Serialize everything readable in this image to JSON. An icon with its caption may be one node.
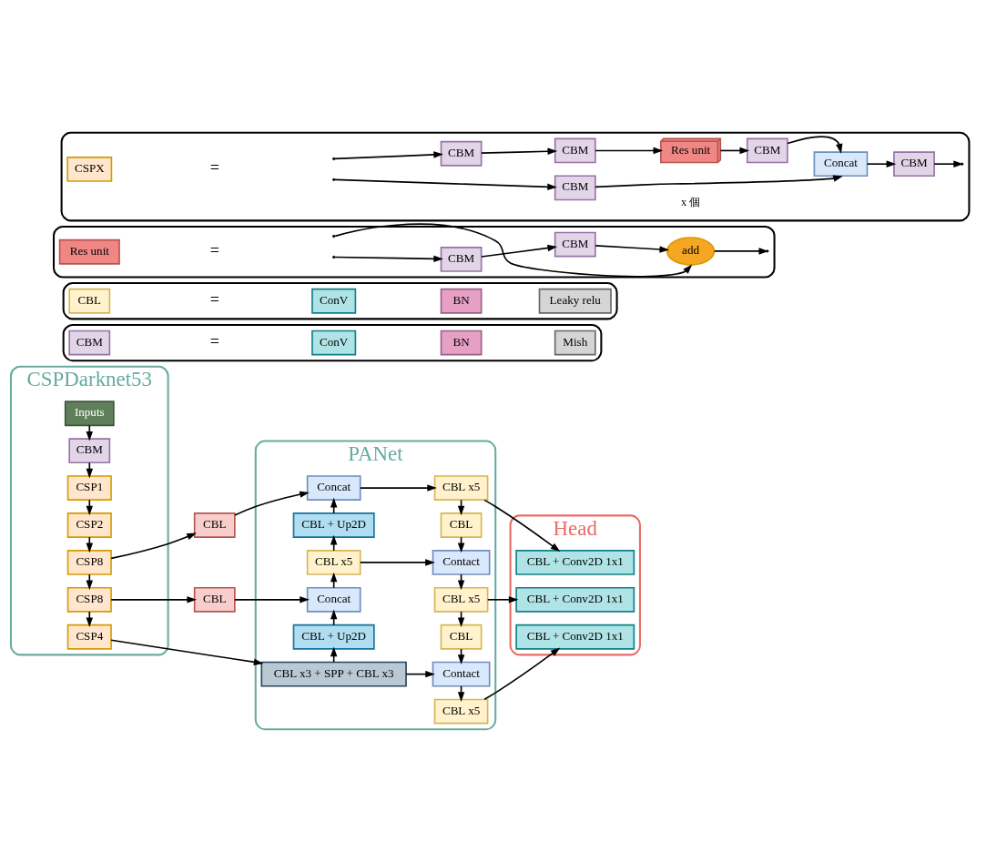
{
  "diagram": {
    "nodes": [
      {
        "text": [
          "CSPDarknet53"
        ]
      },
      {
        "text": [
          "Inputs"
        ],
        "in": 0
      },
      {
        "text": [
          "CBM"
        ],
        "in": 0
      },
      {
        "text": [
          "CSP1"
        ],
        "in": 0
      },
      {
        "text": [
          "CSP2"
        ],
        "in": 0
      },
      {
        "text": [
          "CSP8"
        ],
        "in": 0
      },
      {
        "text": [
          "CSP8"
        ],
        "in": 0
      },
      {
        "text": [
          "CSP4"
        ],
        "in": 0
      },
      {
        "text": [
          "CBL"
        ]
      },
      {
        "text": [
          "CBL"
        ]
      },
      {
        "text": [
          "PANet"
        ]
      },
      {
        "text": [
          "Concat"
        ],
        "in": 10
      },
      {
        "text": [
          "CBL + Up2D"
        ],
        "in": 10
      },
      {
        "text": [
          "CBL x5"
        ],
        "in": 10
      },
      {
        "text": [
          "Concat"
        ],
        "in": 10
      },
      {
        "text": [
          "CBL + Up2D"
        ],
        "in": 10
      },
      {
        "text": [
          "CBL x3 + SPP + CBL x3"
        ],
        "in": 10
      },
      {
        "text": [
          "CBL x5"
        ],
        "in": 10
      },
      {
        "text": [
          "CBL"
        ],
        "in": 10
      },
      {
        "text": [
          "Contact"
        ],
        "in": 10
      },
      {
        "text": [
          "CBL x5"
        ],
        "in": 10
      },
      {
        "text": [
          "CBL"
        ],
        "in": 10
      },
      {
        "text": [
          "Contact"
        ],
        "in": 10
      },
      {
        "text": [
          "CBL x5"
        ],
        "in": 10
      },
      {
        "text": [
          "Head"
        ]
      },
      {
        "text": [
          "CBL + Conv2D 1x1"
        ],
        "in": 24
      },
      {
        "text": [
          "CBL + Conv2D 1x1"
        ],
        "in": 24
      },
      {
        "text": [
          "CBL + Conv2D 1x1"
        ],
        "in": 24
      },
      {
        "text": [],
        "shape": "box"
      },
      {
        "text": [
          "CBM"
        ],
        "in": 28
      },
      {
        "text": [
          "ConV"
        ],
        "in": 28
      },
      {
        "text": [
          "BN"
        ],
        "in": 28
      },
      {
        "text": [
          "Mish"
        ],
        "in": 28
      },
      {
        "text": [],
        "shape": "box"
      },
      {
        "text": [
          "CBL"
        ],
        "in": 33
      },
      {
        "text": [
          "ConV"
        ],
        "in": 33
      },
      {
        "text": [
          "BN"
        ],
        "in": 33
      },
      {
        "text": [
          "Leaky relu"
        ],
        "in": 33
      },
      {
        "text": [],
        "shape": "box"
      },
      {
        "text": [
          "Res unit"
        ],
        "in": 38
      },
      {
        "text": [
          "CBM"
        ],
        "in": 38
      },
      {
        "text": [
          "CBM"
        ],
        "in": 38
      },
      {
        "text": [
          "add"
        ],
        "in": 38
      },
      {
        "text": [],
        "shape": "box"
      },
      {
        "text": [
          "CSPX"
        ],
        "in": 43
      },
      {
        "text": [
          "CBM"
        ],
        "in": 43
      },
      {
        "text": [
          "CBM"
        ],
        "in": 43
      },
      {
        "text": [
          "Res unit"
        ],
        "in": 43,
        "beside": [
          "x 個"
        ]
      },
      {
        "text": [
          "CBM"
        ],
        "in": 43
      },
      {
        "text": [
          "CBM"
        ],
        "in": 43
      },
      {
        "text": [
          "Concat"
        ],
        "in": 43
      },
      {
        "text": [
          "CBM"
        ],
        "in": 43
      }
    ],
    "edges": [
      {
        "from": 1,
        "to": 2,
        "arrow": "to"
      },
      {
        "from": 2,
        "to": 3,
        "arrow": "to"
      },
      {
        "from": 3,
        "to": 4,
        "arrow": "to"
      },
      {
        "from": 4,
        "to": 5,
        "arrow": "to"
      },
      {
        "from": 5,
        "to": 6,
        "arrow": "to"
      },
      {
        "from": 6,
        "to": 7,
        "arrow": "to"
      },
      {
        "from": 5,
        "to": 8,
        "arrow": "to"
      },
      {
        "from": 6,
        "to": 9,
        "arrow": "to"
      },
      {
        "from": 8,
        "to": 11,
        "arrow": "to"
      },
      {
        "from": 9,
        "to": 14,
        "arrow": "to"
      },
      {
        "from": 7,
        "to": 16,
        "arrow": "to"
      },
      {
        "from": 16,
        "to": 15,
        "arrow": "to"
      },
      {
        "from": 15,
        "to": 14,
        "arrow": "to"
      },
      {
        "from": 14,
        "to": 13,
        "arrow": "to"
      },
      {
        "from": 13,
        "to": 12,
        "arrow": "to"
      },
      {
        "from": 12,
        "to": 11,
        "arrow": "to"
      },
      {
        "from": 11,
        "to": 17,
        "arrow": "to"
      },
      {
        "from": 13,
        "to": 19,
        "arrow": "to"
      },
      {
        "from": 16,
        "to": 22,
        "arrow": "to"
      },
      {
        "from": 17,
        "to": 18,
        "arrow": "to"
      },
      {
        "from": 18,
        "to": 19,
        "arrow": "to"
      },
      {
        "from": 19,
        "to": 20,
        "arrow": "to"
      },
      {
        "from": 20,
        "to": 21,
        "arrow": "to"
      },
      {
        "from": 21,
        "to": 22,
        "arrow": "to"
      },
      {
        "from": 22,
        "to": 23,
        "arrow": "to"
      },
      {
        "from": 17,
        "to": 25,
        "arrow": "to"
      },
      {
        "from": 20,
        "to": 26,
        "arrow": "to"
      },
      {
        "from": 23,
        "to": 27,
        "arrow": "to"
      },
      {
        "from": null,
        "to": 40,
        "arrow": "to"
      },
      {
        "from": null,
        "to": 42,
        "arrow": "to"
      },
      {
        "from": 40,
        "to": 41,
        "arrow": "to"
      },
      {
        "from": 41,
        "to": 42,
        "arrow": "to"
      },
      {
        "from": 42,
        "to": null,
        "arrow": "to"
      },
      {
        "from": null,
        "to": 45,
        "arrow": "to"
      },
      {
        "from": null,
        "to": 49,
        "arrow": "to"
      },
      {
        "from": 45,
        "to": 46,
        "arrow": "to"
      },
      {
        "from": 46,
        "to": 47,
        "arrow": "to"
      },
      {
        "from": 47,
        "to": 48,
        "arrow": "to"
      },
      {
        "from": 48,
        "to": 50,
        "arrow": "to"
      },
      {
        "from": 49,
        "to": 50,
        "arrow": "to"
      },
      {
        "from": 50,
        "to": 51,
        "arrow": "to"
      },
      {
        "from": 51,
        "to": null,
        "arrow": "to"
      }
    ],
    "labels": [
      "=",
      "=",
      "=",
      "="
    ]
  }
}
